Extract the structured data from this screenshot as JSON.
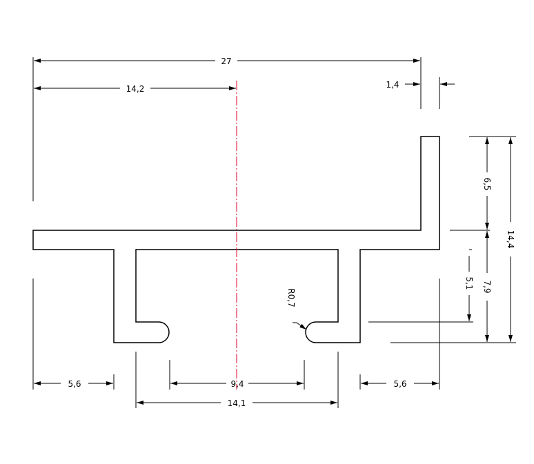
{
  "drawing": {
    "dimensions": {
      "total_width": "27",
      "half_width": "14,2",
      "lip_thickness": "1,4",
      "upper_height": "6,5",
      "total_height": "14,4",
      "lower_height": "7,9",
      "hook_height": "5,1",
      "left_offset": "5,6",
      "right_offset": "5,6",
      "inner_gap": "9,4",
      "inner_width": "14,1",
      "fillet_radius": "R0,7"
    },
    "colors": {
      "outline": "#000000",
      "centerline": "#e0002a"
    }
  }
}
